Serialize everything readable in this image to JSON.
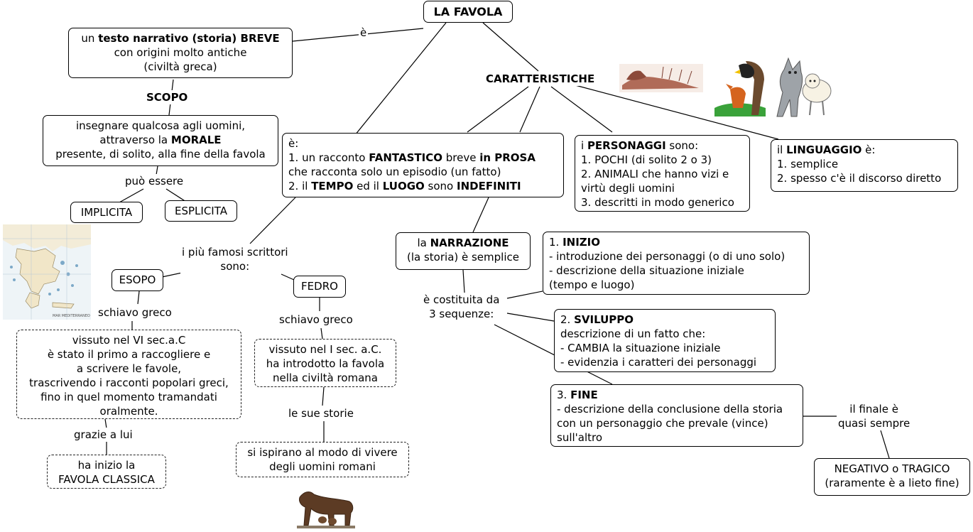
{
  "root": "LA FAVOLA",
  "link_e": "è",
  "definition": {
    "pre": "un ",
    "b1": "testo narrativo (storia) BREVE",
    "l2": "con origini molto antiche",
    "l3": "(civiltà greca)"
  },
  "scopo_label": "SCOPO",
  "scopo": {
    "l1": "insegnare qualcosa agli uomini,",
    "l2a": "attraverso la ",
    "l2b": "MORALE",
    "l3": "presente, di solito, alla fine della favola"
  },
  "puo_essere": "può essere",
  "implicita": "IMPLICITA",
  "esplicita": "ESPLICITA",
  "caratteristiche_label": "CARATTERISTICHE",
  "fantastico": {
    "l1": "è:",
    "l2a": "1. un racconto ",
    "l2b": "FANTASTICO",
    "l2c": " breve ",
    "l2d": "in PROSA",
    "l3": "che racconta solo un episodio (un fatto)",
    "l4a": "2. il ",
    "l4b": "TEMPO",
    "l4c": " ed il ",
    "l4d": "LUOGO",
    "l4e": " sono ",
    "l4f": "INDEFINITI"
  },
  "personaggi": {
    "l1a": "i ",
    "l1b": "PERSONAGGI",
    "l1c": " sono:",
    "l2": "1. POCHI (di solito 2 o 3)",
    "l3": "2. ANIMALI che hanno vizi e",
    "l4": "virtù degli uomini",
    "l5": "3. descritti in modo generico"
  },
  "linguaggio": {
    "l1a": "il ",
    "l1b": "LINGUAGGIO",
    "l1c": " è:",
    "l2": "1. semplice",
    "l3": "2. spesso c'è il discorso diretto"
  },
  "narrazione": {
    "l1a": "la ",
    "l1b": "NARRAZIONE",
    "l2": "(la storia) è semplice"
  },
  "costituita": {
    "l1": "è costituita da",
    "l2": "3 sequenze:"
  },
  "inizio": {
    "num": "1. ",
    "title": "INIZIO",
    "l2": "- introduzione dei personaggi (o di uno solo)",
    "l3": "- descrizione della situazione iniziale",
    "l4": "(tempo e luogo)"
  },
  "sviluppo": {
    "num": "2. ",
    "title": "SVILUPPO",
    "l2": "descrizione di un fatto che:",
    "l3": "- CAMBIA la situazione iniziale",
    "l4": "- evidenzia i caratteri dei personaggi"
  },
  "fine": {
    "num": "3. ",
    "title": "FINE",
    "l2": "- descrizione della conclusione della storia",
    "l3": "con un personaggio che prevale (vince)",
    "l4": "sull'altro"
  },
  "finale_label": {
    "l1": "il finale è",
    "l2": "quasi sempre"
  },
  "negativo": {
    "l1": "NEGATIVO o TRAGICO",
    "l2": "(raramente è a lieto fine)"
  },
  "scrittori_label": {
    "l1": "i più famosi scrittori",
    "l2": "sono:"
  },
  "esopo": "ESOPO",
  "fedro": "FEDRO",
  "schiavo_greco_1": "schiavo greco",
  "schiavo_greco_2": "schiavo greco",
  "esopo_desc": {
    "l1": "vissuto nel VI sec.a.C",
    "l2": "è stato il primo a raccogliere e",
    "l3": "a scrivere le favole,",
    "l4": "trascrivendo i racconti popolari greci,",
    "l5": "fino in quel momento tramandati",
    "l6": "oralmente."
  },
  "grazie": "grazie a lui",
  "favola_classica": {
    "l1": "ha inizio la",
    "l2": "FAVOLA CLASSICA"
  },
  "fedro_desc": {
    "l1": "vissuto nel I sec. a.C.",
    "l2": "ha introdotto la favola",
    "l3": "nella civiltà romana"
  },
  "sue_storie": "le sue storie",
  "romani": {
    "l1": "si ispirano al modo di vivere",
    "l2": "degli uomini romani"
  },
  "images": [
    "greece-map-image",
    "deer-drawing-image",
    "crow-fox-image",
    "wolf-lamb-image",
    "she-wolf-statue-image"
  ]
}
